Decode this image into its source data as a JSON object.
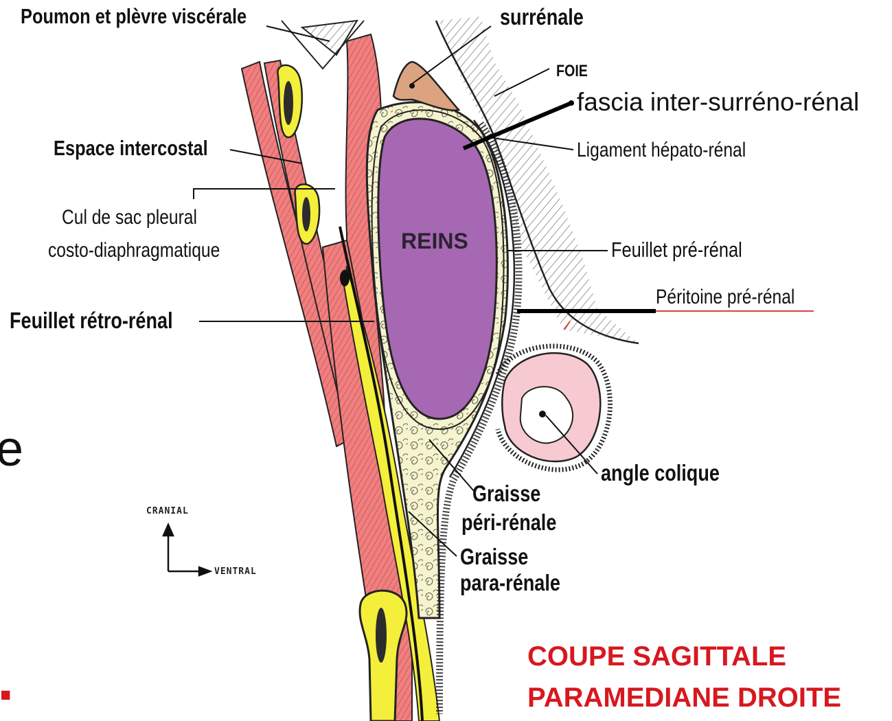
{
  "labels": {
    "poumon": "Poumon et plèvre viscérale",
    "surrenale": "surrénale",
    "foie": "FOIE",
    "fascia": "fascia inter-surréno-rénal",
    "ligament": "Ligament hépato-rénal",
    "espace": "Espace intercostal",
    "culdesac_1": "Cul de sac pleural",
    "culdesac_2": "costo-diaphragmatique",
    "reins": "REINS",
    "feuillet_pre": "Feuillet pré-rénal",
    "peritoine": "Péritoine pré-rénal",
    "feuillet_retro": "Feuillet rétro-rénal",
    "angle_colique": "angle colique",
    "graisse_peri_1": "Graisse",
    "graisse_peri_2": "péri-rénale",
    "graisse_para_1": "Graisse",
    "graisse_para_2": "para-rénale",
    "cranial": "CRANIAL",
    "ventral": "VENTRAL",
    "edge_letter": "e",
    "edge_mark": "."
  },
  "title": {
    "line1": "COUPE SAGITTALE",
    "line2": "PARAMEDIANE DROITE"
  },
  "colors": {
    "muscle": "#f07f7f",
    "bone": "#f4ef3a",
    "fat": "#f6f3cf",
    "kidney": "#a668b2",
    "adrenal": "#dba37f",
    "colon": "#f7c9d0",
    "title_red": "#d7181f"
  }
}
